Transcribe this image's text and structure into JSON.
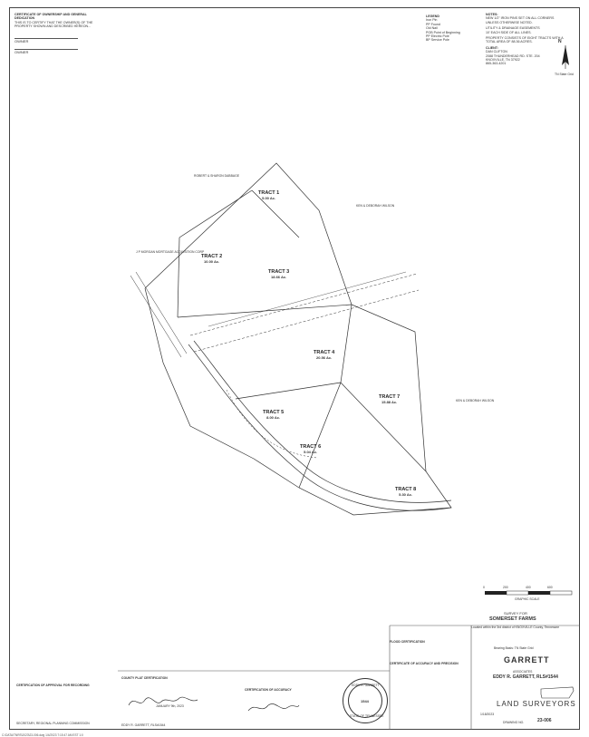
{
  "header": {
    "certificate_ownership": "CERTIFICATE OF OWNERSHIP AND GENERAL DEDICATION",
    "ownership_body": "THIS IS TO CERTIFY THAT THE OWNER(S) OF THE PROPERTY SHOWN AND DESCRIBED HEREON...",
    "owner1": "OWNER",
    "owner2": "OWNER"
  },
  "legend": {
    "title": "LEGEND",
    "items": [
      "Iron Pin",
      "PP Found",
      "Old Nail",
      "POB Point of Beginning",
      "PP Electric Pole",
      "BP Service Pole"
    ]
  },
  "notes": {
    "title": "NOTES:",
    "lines": [
      "NEW 1/2\" IRON PINS SET ON ALL CORNERS",
      "UNLESS OTHERWISE NOTED.",
      "UTILITY & DRAINAGE EASEMENTS",
      "10' EACH SIDE OF ALL LINES.",
      "PROPERTY CONSISTS OF EIGHT TRACTS WITH A",
      "TOTAL AREA OF 88.36 ACRES.",
      "CLIENT:",
      "DAN CLIFTON",
      "2088 THUNDERHEAD RD. STE. 204",
      "KNOXVILLE, TN 37922",
      "865-363-4201"
    ]
  },
  "north_label": "N",
  "north_text": "TN State Grid",
  "tracts": [
    {
      "name": "TRACT 1",
      "area": "5.00 Ac."
    },
    {
      "name": "TRACT 2",
      "area": "10.00 Ac."
    },
    {
      "name": "TRACT 3",
      "area": "18.66 Ac."
    },
    {
      "name": "TRACT 4",
      "area": "20.56 Ac."
    },
    {
      "name": "TRACT 5",
      "area": "8.00 Ac."
    },
    {
      "name": "TRACT 6",
      "area": "5.04 Ac."
    },
    {
      "name": "TRACT 7",
      "area": "15.88 Ac."
    },
    {
      "name": "TRACT 8",
      "area": "5.30 Ac."
    }
  ],
  "adjoiners": {
    "a1": "ROBERT & SHARON DABBAGE",
    "a2": "J P MORGAN MORTGAGE ACQUISITION CORP",
    "a3": "KEN & DEBORAH WILSON",
    "a4": "KEN & DEBORAH WILSON"
  },
  "scale": {
    "ticks": [
      "0",
      "200",
      "400",
      "600"
    ],
    "label": "GRAPHIC SCALE"
  },
  "project": {
    "survey_for": "SURVEY FOR",
    "name": "SOMERSET FARMS",
    "location": "Located within the 3rd district of KNOXVILLE County, Tennessee",
    "bearing_basis": "Bearing Basis: TN State Grid"
  },
  "firm": {
    "name": "GARRETT",
    "sub": "ASSOCIATES",
    "surveyor": "EDDY R. GARRETT, RLS#1544",
    "tag": "LAND SURVEYORS",
    "drawing_no_label": "DRAWING NO.",
    "drawing_no": "23-006",
    "date": "1/18/2023"
  },
  "certs": {
    "approval": "CERTIFICATION OF APPROVAL FOR RECORDING",
    "county": "COUNTY PLAT CERTIFICATION",
    "accuracy": "CERTIFICATION OF ACCURACY",
    "flood": "FLOOD CERTIFICATION",
    "accuracy_precision": "CERTIFICATE OF ACCURACY AND PRECISION",
    "county_date": "JANUARY 9th, 2023",
    "secretary": "SECRETARY, REGIONAL PLANNING COMMISSION",
    "surveyor_sig": "EDDY R. GARRETT, RLS#1544"
  },
  "seal": {
    "top": "EDDY R. GARRETT",
    "center": "1544",
    "bottom": "STATE OF TENNESSEE"
  },
  "footer": "C:\\DATA\\TNRS\\2023\\23-006.dwg  1/4/2023  7:15:47 AM  EST  1:0"
}
